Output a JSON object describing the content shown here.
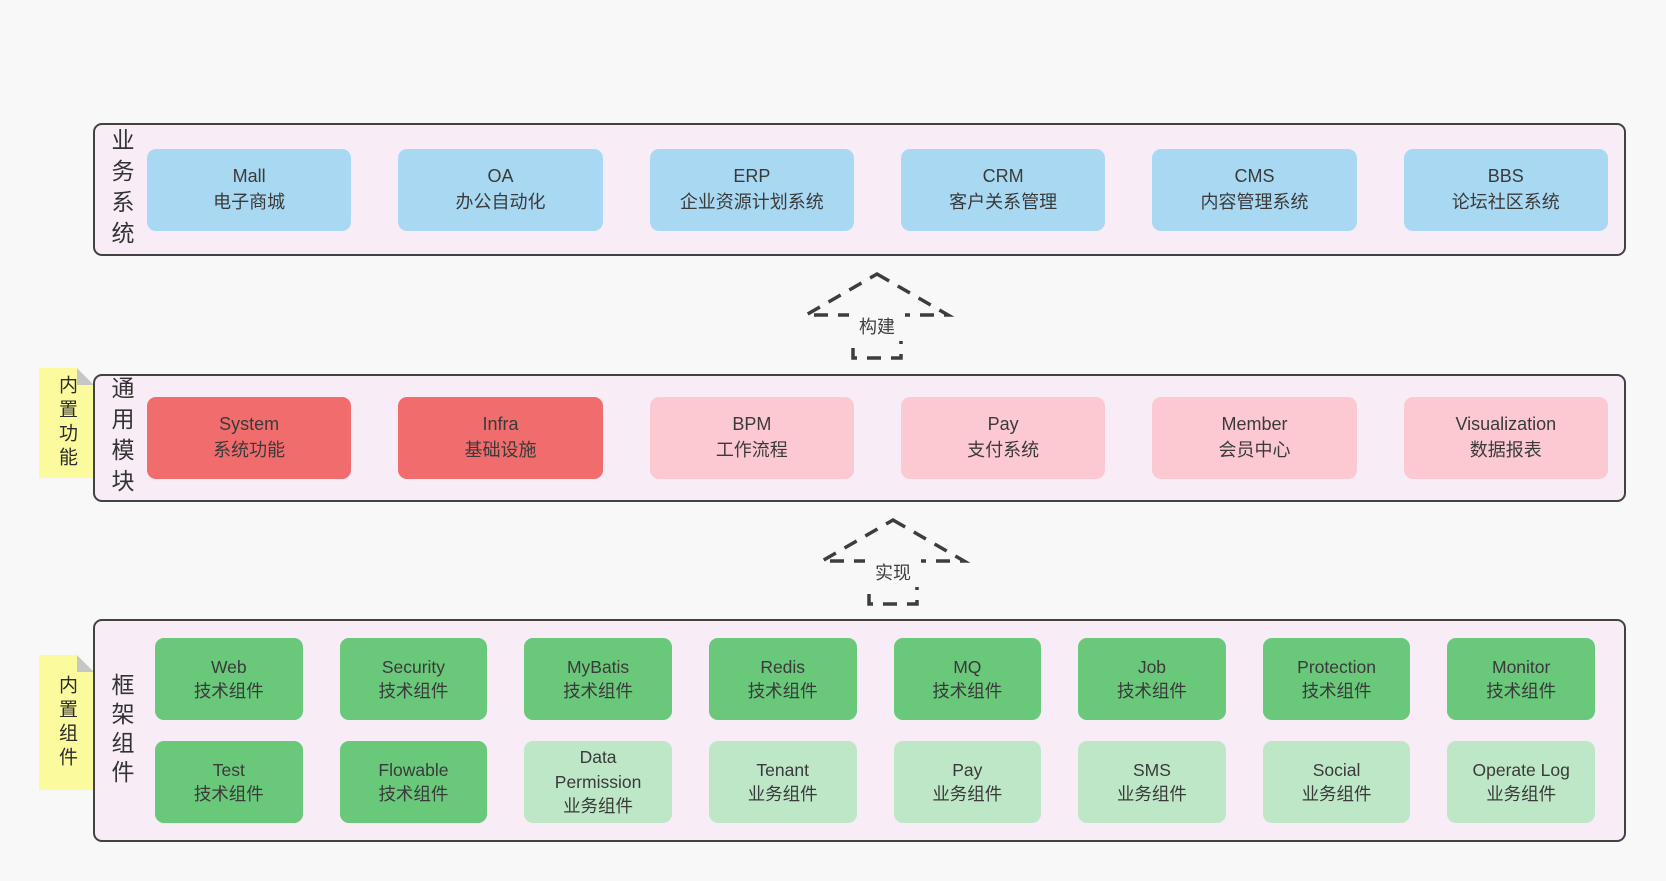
{
  "palette": {
    "blue": "#a9d9f2",
    "red": "#f16c6c",
    "pink": "#fcc9d3",
    "green": "#69c87a",
    "lightgreen": "#bee7c7",
    "sticky_yellow": "#fbfa9c",
    "section_background": "#f8edf6",
    "border": "#424242",
    "page_background": "#f8f8f8"
  },
  "arrows": [
    {
      "label": "构建"
    },
    {
      "label": "实现"
    }
  ],
  "sections": [
    {
      "id": "business",
      "label": "业务系统",
      "boxes": [
        {
          "title": "Mall",
          "subtitle": "电子商城",
          "variant": "blue"
        },
        {
          "title": "OA",
          "subtitle": "办公自动化",
          "variant": "blue"
        },
        {
          "title": "ERP",
          "subtitle": "企业资源计划系统",
          "variant": "blue"
        },
        {
          "title": "CRM",
          "subtitle": "客户关系管理",
          "variant": "blue"
        },
        {
          "title": "CMS",
          "subtitle": "内容管理系统",
          "variant": "blue"
        },
        {
          "title": "BBS",
          "subtitle": "论坛社区系统",
          "variant": "blue"
        }
      ]
    },
    {
      "id": "modules",
      "label": "通用模块",
      "sticky": "内置功能",
      "boxes": [
        {
          "title": "System",
          "subtitle": "系统功能",
          "variant": "red"
        },
        {
          "title": "Infra",
          "subtitle": "基础设施",
          "variant": "red"
        },
        {
          "title": "BPM",
          "subtitle": "工作流程",
          "variant": "pink"
        },
        {
          "title": "Pay",
          "subtitle": "支付系统",
          "variant": "pink"
        },
        {
          "title": "Member",
          "subtitle": "会员中心",
          "variant": "pink"
        },
        {
          "title": "Visualization",
          "subtitle": "数据报表",
          "variant": "pink"
        }
      ]
    },
    {
      "id": "components",
      "label": "框架组件",
      "sticky": "内置组件",
      "rows": [
        [
          {
            "title": "Web",
            "subtitle": "技术组件",
            "variant": "green"
          },
          {
            "title": "Security",
            "subtitle": "技术组件",
            "variant": "green"
          },
          {
            "title": "MyBatis",
            "subtitle": "技术组件",
            "variant": "green"
          },
          {
            "title": "Redis",
            "subtitle": "技术组件",
            "variant": "green"
          },
          {
            "title": "MQ",
            "subtitle": "技术组件",
            "variant": "green"
          },
          {
            "title": "Job",
            "subtitle": "技术组件",
            "variant": "green"
          },
          {
            "title": "Protection",
            "subtitle": "技术组件",
            "variant": "green"
          },
          {
            "title": "Monitor",
            "subtitle": "技术组件",
            "variant": "green"
          }
        ],
        [
          {
            "title": "Test",
            "subtitle": "技术组件",
            "variant": "green"
          },
          {
            "title": "Flowable",
            "subtitle": "技术组件",
            "variant": "green"
          },
          {
            "title": "Data Permission",
            "subtitle": "业务组件",
            "variant": "lightgreen"
          },
          {
            "title": "Tenant",
            "subtitle": "业务组件",
            "variant": "lightgreen"
          },
          {
            "title": "Pay",
            "subtitle": "业务组件",
            "variant": "lightgreen"
          },
          {
            "title": "SMS",
            "subtitle": "业务组件",
            "variant": "lightgreen"
          },
          {
            "title": "Social",
            "subtitle": "业务组件",
            "variant": "lightgreen"
          },
          {
            "title": "Operate Log",
            "subtitle": "业务组件",
            "variant": "lightgreen"
          }
        ]
      ]
    }
  ]
}
